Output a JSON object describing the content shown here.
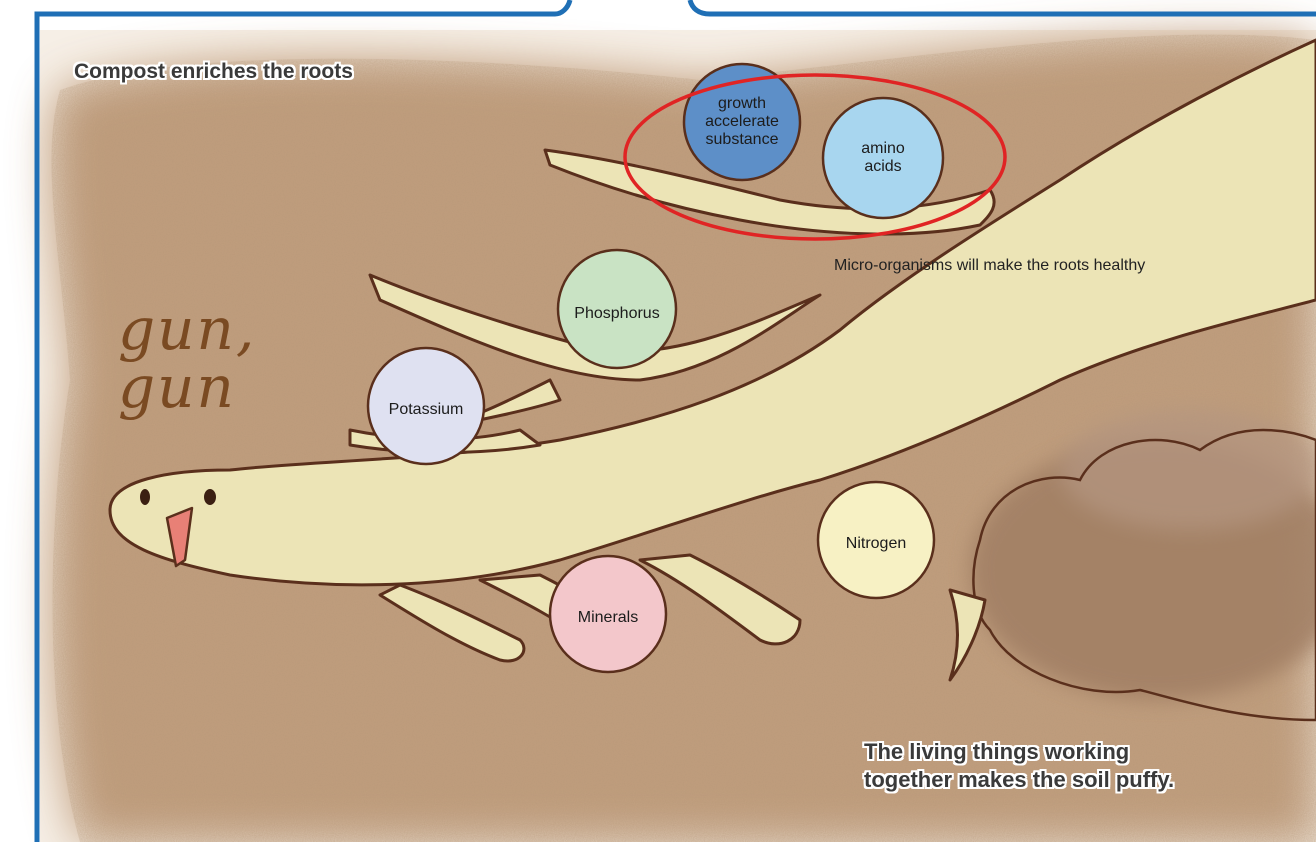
{
  "title": "Compost enriches the roots",
  "caption_micro": "Micro-organisms will make the roots healthy",
  "caption_living": [
    "The living things working",
    "together makes the soil puffy."
  ],
  "sound_effect": [
    "gun,",
    "gun"
  ],
  "nutrients": {
    "growth": [
      "growth",
      "accelerate",
      "substance"
    ],
    "amino": [
      "amino",
      "acids"
    ],
    "phosphorus": "Phosphorus",
    "potassium": "Potassium",
    "nitrogen": "Nitrogen",
    "minerals": "Minerals"
  },
  "colors": {
    "frame": "#1f6fb5",
    "soil": "#b8906c",
    "root_fill": "#ece4b6",
    "root_outline": "#5a2f1c",
    "highlight_ellipse": "#e02424",
    "growth_bubble": "#5d8fc8",
    "amino_bubble": "#a8d6ef",
    "phosphorus_bubble": "#c9e3c4",
    "potassium_bubble": "#dfe1f1",
    "nitrogen_bubble": "#f7f1c4",
    "minerals_bubble": "#f3c7cb",
    "sound_effect": "#7a4a22"
  }
}
